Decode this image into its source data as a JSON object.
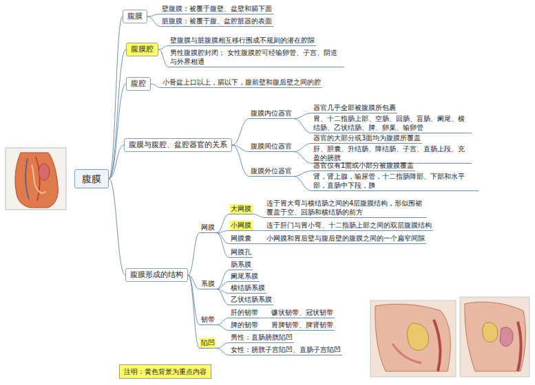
{
  "diagram": {
    "nodes": [
      {
        "text": [
          "腹膜"
        ]
      },
      {
        "text": [
          "腹膜"
        ]
      },
      {
        "text": [
          "壁腹膜：被覆于腹壁、盆壁和膈下面"
        ]
      },
      {
        "text": [
          "脏腹膜：被覆于腹、盆腔脏器的表面"
        ]
      },
      {
        "text": [
          "腹膜腔"
        ]
      },
      {
        "text": [
          "壁腹膜与脏腹膜相互移行围成不规则的潜在腔隙"
        ]
      },
      {
        "text": [
          "男性腹膜腔封闭； 女性腹膜腔可经输卵管、子宫、阴道与外界相通"
        ]
      },
      {
        "text": [
          "腹腔"
        ]
      },
      {
        "text": [
          "小骨盆上口以上，膈以下，腹前壁和腹后壁之间的腔"
        ]
      },
      {
        "text": [
          "腹膜与腹腔、盆腔器官的关系"
        ]
      },
      {
        "text": [
          "腹膜内位器官"
        ]
      },
      {
        "text": [
          "器官几乎全部被腹膜所包裹"
        ]
      },
      {
        "text": [
          "胃、十二指肠上部、空肠、回肠、盲肠、阑尾、横结肠、乙状结肠、脾、卵巢、输卵管"
        ]
      },
      {
        "text": [
          "腹膜间位器官"
        ]
      },
      {
        "text": [
          "器官的大部分或3面均为腹膜所覆盖"
        ]
      },
      {
        "text": [
          "肝、胆囊、升结肠、降结肠、子宫、直肠上段、充盈的膀胱"
        ]
      },
      {
        "text": [
          "腹膜外位器官"
        ]
      },
      {
        "text": [
          "器官仅有1面或小部分被腹膜覆盖"
        ]
      },
      {
        "text": [
          "肾，肾上腺，输尿管，十二指肠降部、下部和水平部，直肠中下段，胰"
        ]
      },
      {
        "text": [
          "腹膜形成的结构"
        ]
      },
      {
        "text": [
          "网膜"
        ]
      },
      {
        "text": [
          "大网膜"
        ]
      },
      {
        "text": [
          "连于胃大弯与横结肠之间的4层腹膜结构，形似围裙覆盖于空、回肠和横结肠的前方"
        ]
      },
      {
        "text": [
          "小网膜"
        ]
      },
      {
        "text": [
          "连于肝门与胃小弯、十二指肠上部之间的双层腹膜结构"
        ]
      },
      {
        "text": [
          "网膜囊"
        ]
      },
      {
        "text": [
          "小网膜和胃后壁与腹后壁的腹膜之间的一个扁窄间隙"
        ]
      },
      {
        "text": [
          "网膜孔"
        ]
      },
      {
        "text": [
          "系膜"
        ]
      },
      {
        "text": [
          "肠系膜"
        ]
      },
      {
        "text": [
          "阑尾系膜"
        ]
      },
      {
        "text": [
          "横结肠系膜"
        ]
      },
      {
        "text": [
          "乙状结肠系膜"
        ]
      },
      {
        "text": [
          "韧带"
        ]
      },
      {
        "text": [
          "肝的韧带"
        ]
      },
      {
        "text": [
          "镰状韧带、冠状韧带"
        ]
      },
      {
        "text": [
          "脾的韧带"
        ]
      },
      {
        "text": [
          "胃脾韧带、脾肾韧带"
        ]
      },
      {
        "text": [
          "陷凹"
        ]
      },
      {
        "text": [
          "男性：直肠膀胱陷凹"
        ]
      },
      {
        "text": [
          "女性：膀胱子宫陷凹、直肠子宫陷凹"
        ]
      },
      {
        "text": [
          "注明：黄色背景为重点内容"
        ]
      }
    ],
    "edges": [
      {
        "from": 0,
        "to": 1,
        "arrow": "none"
      },
      {
        "from": 0,
        "to": 4,
        "arrow": "none"
      },
      {
        "from": 0,
        "to": 7,
        "arrow": "none"
      },
      {
        "from": 0,
        "to": 9,
        "arrow": "none"
      },
      {
        "from": 0,
        "to": 19,
        "arrow": "none"
      },
      {
        "from": 1,
        "to": 2,
        "arrow": "none"
      },
      {
        "from": 1,
        "to": 3,
        "arrow": "none"
      },
      {
        "from": 4,
        "to": 5,
        "arrow": "none"
      },
      {
        "from": 4,
        "to": 6,
        "arrow": "none"
      },
      {
        "from": 7,
        "to": 8,
        "arrow": "none"
      },
      {
        "from": 9,
        "to": 10,
        "arrow": "none"
      },
      {
        "from": 9,
        "to": 13,
        "arrow": "none"
      },
      {
        "from": 9,
        "to": 16,
        "arrow": "none"
      },
      {
        "from": 10,
        "to": 11,
        "arrow": "none"
      },
      {
        "from": 10,
        "to": 12,
        "arrow": "none"
      },
      {
        "from": 13,
        "to": 14,
        "arrow": "none"
      },
      {
        "from": 13,
        "to": 15,
        "arrow": "none"
      },
      {
        "from": 16,
        "to": 17,
        "arrow": "none"
      },
      {
        "from": 16,
        "to": 18,
        "arrow": "none"
      },
      {
        "from": 19,
        "to": 20,
        "arrow": "none"
      },
      {
        "from": 19,
        "to": 28,
        "arrow": "none"
      },
      {
        "from": 19,
        "to": 33,
        "arrow": "none"
      },
      {
        "from": 19,
        "to": 38,
        "arrow": "none"
      },
      {
        "from": 20,
        "to": 21,
        "arrow": "none"
      },
      {
        "from": 20,
        "to": 23,
        "arrow": "none"
      },
      {
        "from": 20,
        "to": 25,
        "arrow": "none"
      },
      {
        "from": 20,
        "to": 27,
        "arrow": "none"
      },
      {
        "from": 21,
        "to": 22,
        "arrow": "none"
      },
      {
        "from": 23,
        "to": 24,
        "arrow": "none"
      },
      {
        "from": 25,
        "to": 26,
        "arrow": "none"
      },
      {
        "from": 28,
        "to": 29,
        "arrow": "none"
      },
      {
        "from": 28,
        "to": 30,
        "arrow": "none"
      },
      {
        "from": 28,
        "to": 31,
        "arrow": "none"
      },
      {
        "from": 28,
        "to": 32,
        "arrow": "none"
      },
      {
        "from": 33,
        "to": 34,
        "arrow": "none"
      },
      {
        "from": 33,
        "to": 36,
        "arrow": "none"
      },
      {
        "from": 34,
        "to": 35,
        "arrow": "none"
      },
      {
        "from": 36,
        "to": 37,
        "arrow": "none"
      },
      {
        "from": 38,
        "to": 39,
        "arrow": "none"
      },
      {
        "from": 38,
        "to": 40,
        "arrow": "none"
      }
    ]
  }
}
